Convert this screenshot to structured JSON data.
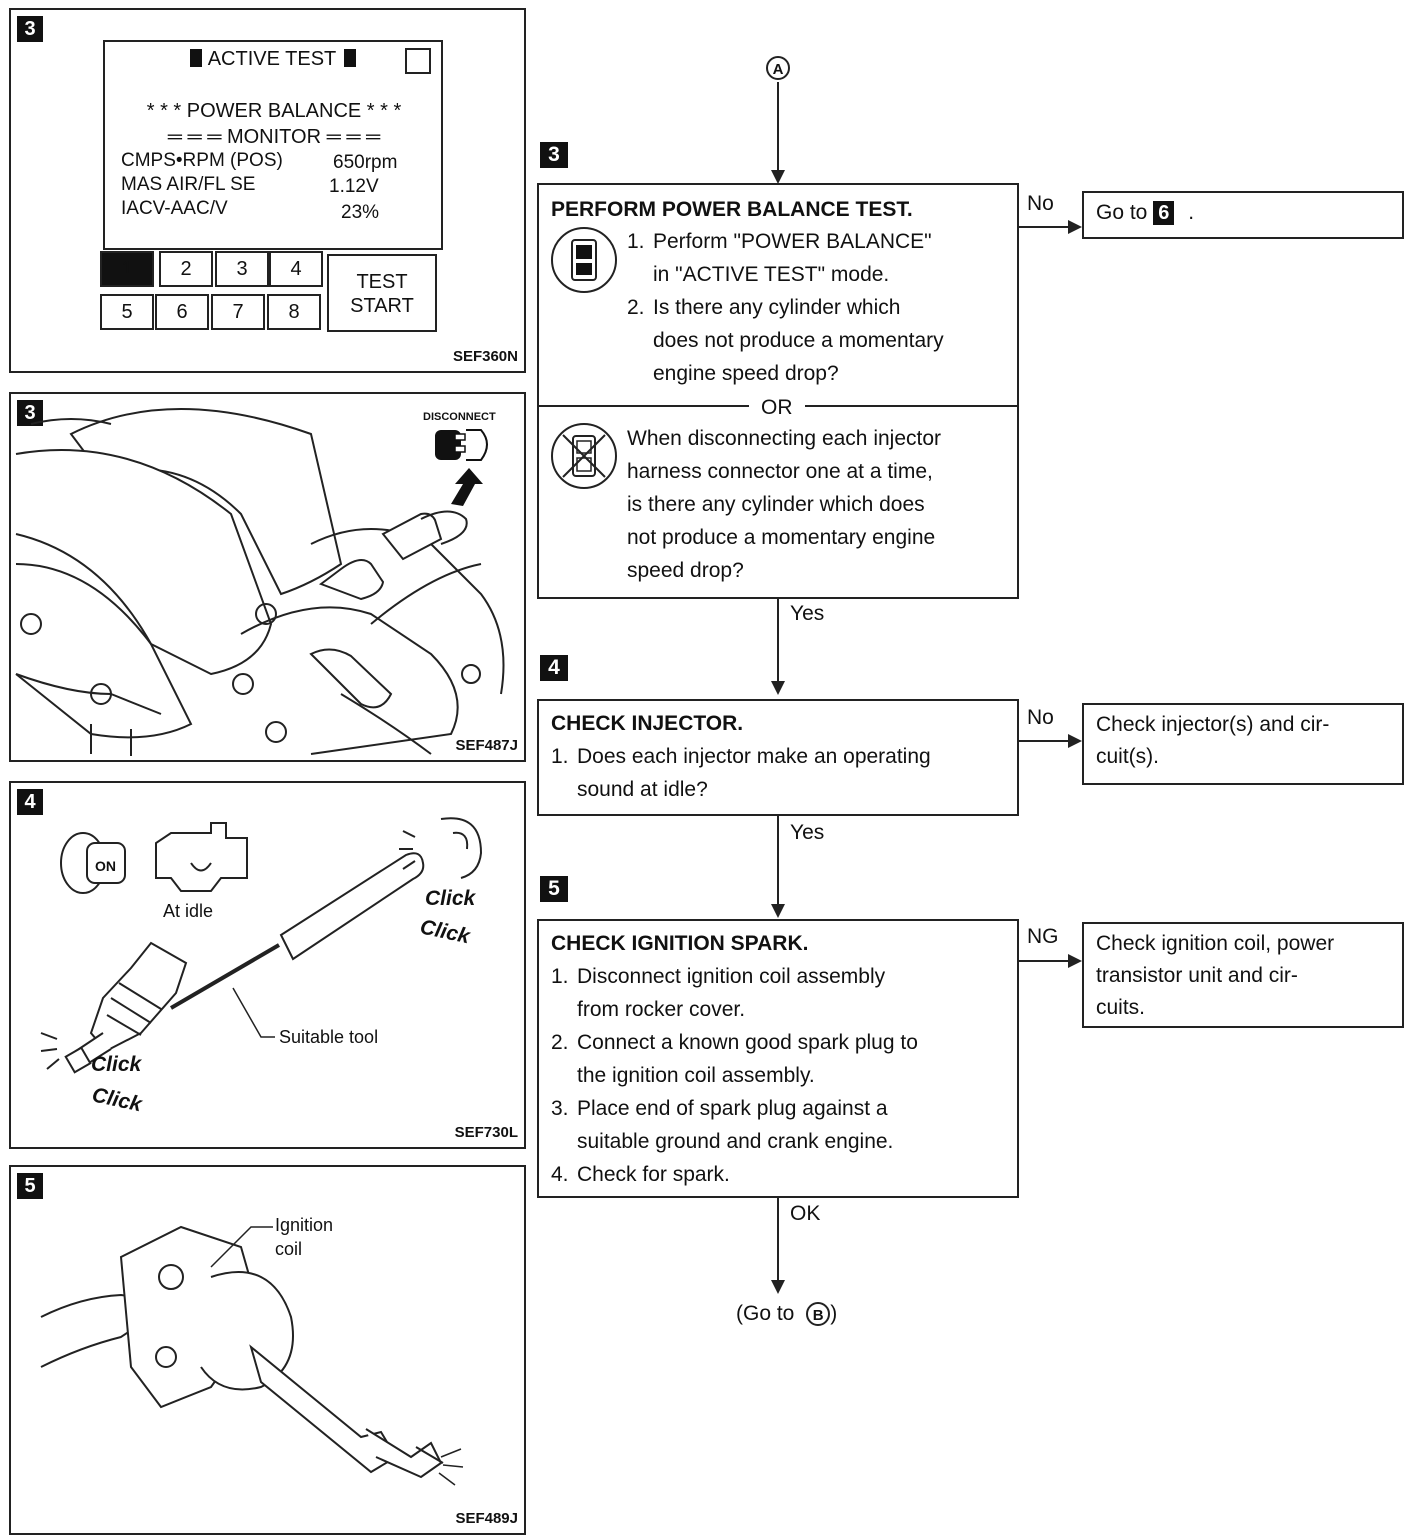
{
  "figures": {
    "fig1": {
      "step": "3",
      "screen_title": "ACTIVE TEST",
      "line1": "* * * POWER BALANCE * * *",
      "line2": "═ ═ ═ MONITOR ═ ═ ═",
      "rows": [
        {
          "label": "CMPS•RPM (POS)",
          "value": "650rpm"
        },
        {
          "label": "MAS AIR/FL SE",
          "value": "1.12V"
        },
        {
          "label": "IACV-AAC/V",
          "value": "23%"
        }
      ],
      "keys_row1": [
        "1",
        "2",
        "3",
        "4"
      ],
      "keys_row2": [
        "5",
        "6",
        "7",
        "8"
      ],
      "test_start_1": "TEST",
      "test_start_2": "START",
      "code": "SEF360N"
    },
    "fig2": {
      "step": "3",
      "disconnect_label": "DISCONNECT",
      "code": "SEF487J"
    },
    "fig3": {
      "step": "4",
      "on_label": "ON",
      "at_idle": "At idle",
      "click1": "Click",
      "click2": "Click",
      "click3": "Click",
      "click4": "Click",
      "tool_label": "Suitable tool",
      "code": "SEF730L"
    },
    "fig4": {
      "step": "5",
      "ignition_1": "Ignition",
      "ignition_2": "coil",
      "code": "SEF489J"
    }
  },
  "flow": {
    "connector_top": "A",
    "step3": {
      "badge": "3",
      "title": "PERFORM POWER BALANCE TEST.",
      "item1_num": "1.",
      "item1_a": "Perform \"POWER BALANCE\"",
      "item1_b": "in \"ACTIVE TEST\" mode.",
      "item2_num": "2.",
      "item2_a": "Is there any cylinder which",
      "item2_b": "does not produce a momentary",
      "item2_c": "engine speed drop?",
      "or": "OR",
      "alt_a": "When disconnecting each injector",
      "alt_b": "harness connector one at a time,",
      "alt_c": "is there any cylinder which does",
      "alt_d": "not produce a momentary engine",
      "alt_e": "speed drop?",
      "no_label": "No",
      "no_result_prefix": "Go to",
      "no_result_badge": "6",
      "no_result_suffix": ".",
      "yes_label": "Yes"
    },
    "step4": {
      "badge": "4",
      "title": "CHECK INJECTOR.",
      "item1_num": "1.",
      "item1_a": "Does each injector make an operating",
      "item1_b": "sound at idle?",
      "no_label": "No",
      "no_result_a": "Check injector(s) and cir-",
      "no_result_b": "cuit(s).",
      "yes_label": "Yes"
    },
    "step5": {
      "badge": "5",
      "title": "CHECK IGNITION SPARK.",
      "items": [
        {
          "num": "1.",
          "a": "Disconnect ignition coil assembly",
          "b": "from rocker cover."
        },
        {
          "num": "2.",
          "a": "Connect a known good spark plug to",
          "b": "the ignition coil assembly."
        },
        {
          "num": "3.",
          "a": "Place end of spark plug against a",
          "b": "suitable ground and crank engine."
        },
        {
          "num": "4.",
          "a": "Check for spark.",
          "b": ""
        }
      ],
      "ng_label": "NG",
      "ng_result_a": "Check ignition coil, power",
      "ng_result_b": "transistor unit and cir-",
      "ng_result_c": "cuits.",
      "ok_label": "OK"
    },
    "end_prefix": "(Go to",
    "end_connector": "B",
    "end_suffix": ")"
  }
}
